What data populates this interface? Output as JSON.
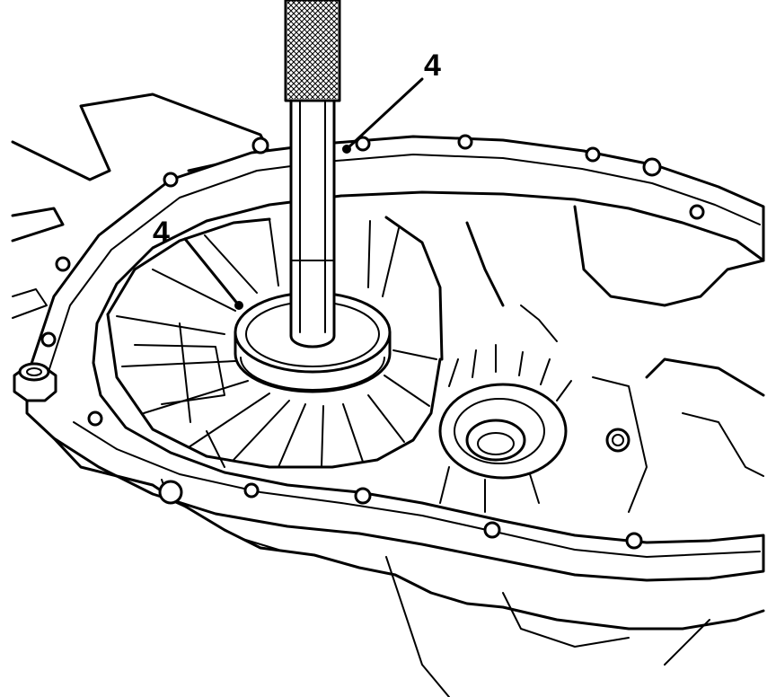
{
  "callouts": [
    {
      "id": "callout-top",
      "text": "4"
    },
    {
      "id": "callout-left",
      "text": "4"
    }
  ],
  "colors": {
    "ink": "#000000",
    "paper": "#ffffff"
  }
}
